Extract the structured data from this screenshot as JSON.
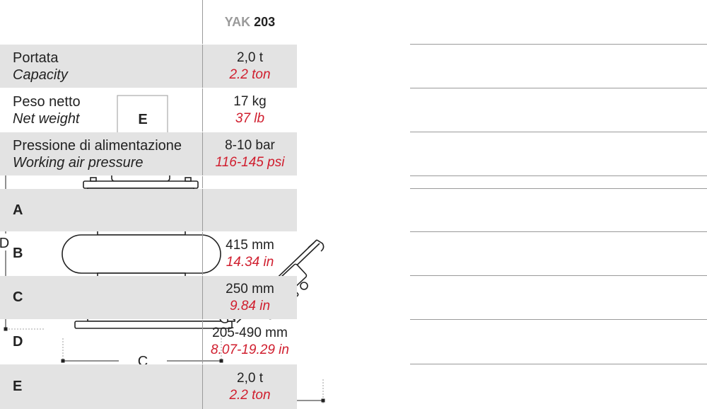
{
  "diagram": {
    "load_label": "E",
    "dim_d": "D",
    "dim_c": "C",
    "dim_b": "B"
  },
  "header": {
    "model_prefix": "YAK",
    "model_number": "203"
  },
  "specs": [
    {
      "it": "Portata",
      "en": "Capacity",
      "value": "2,0 t",
      "value_alt": "2.2 ton"
    },
    {
      "it": "Peso netto",
      "en": "Net weight",
      "value": "17 kg",
      "value_alt": "37 lb"
    },
    {
      "it": "Pressione di alimentazione",
      "en": "Working air pressure",
      "value": "8-10 bar",
      "value_alt": "116-145 psi"
    }
  ],
  "dimensions": [
    {
      "key": "A",
      "value": "",
      "value_alt": ""
    },
    {
      "key": "B",
      "value": "415 mm",
      "value_alt": "14.34 in"
    },
    {
      "key": "C",
      "value": "250 mm",
      "value_alt": "9.84 in"
    },
    {
      "key": "D",
      "value": "205-490 mm",
      "value_alt": "8.07-19.29 in"
    },
    {
      "key": "E",
      "value": "2,0 t",
      "value_alt": "2.2 ton"
    }
  ],
  "colors": {
    "accent_red": "#d01e2e",
    "row_grey": "#e3e3e3",
    "header_grey": "#9a9a9a"
  }
}
